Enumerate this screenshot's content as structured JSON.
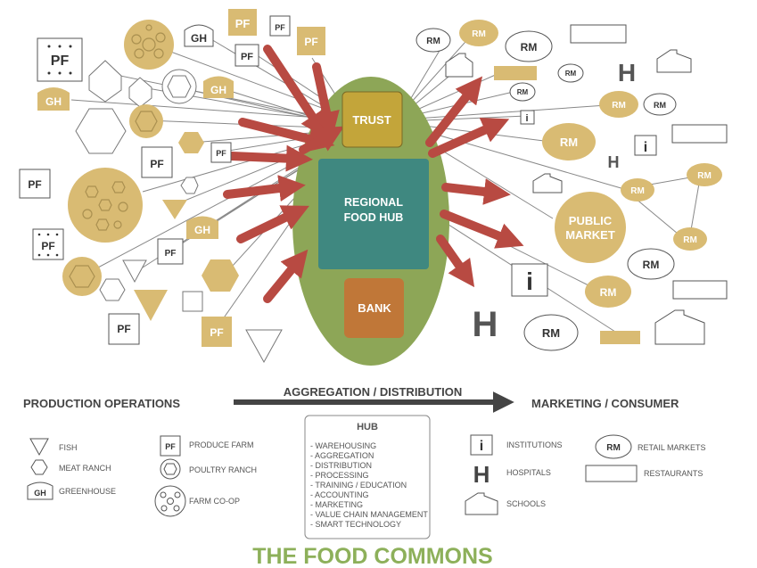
{
  "center": {
    "trust": "TRUST",
    "hub_line1": "REGIONAL",
    "hub_line2": "FOOD HUB",
    "bank": "BANK"
  },
  "icon_labels": {
    "pf": "PF",
    "gh": "GH",
    "rm": "RM",
    "info": "i",
    "hospital": "H",
    "public_market_line1": "PUBLIC",
    "public_market_line2": "MARKET"
  },
  "flow": {
    "left": "PRODUCTION OPERATIONS",
    "middle": "AGGREGATION / DISTRIBUTION",
    "right": "MARKETING / CONSUMER"
  },
  "legend": {
    "fish": "FISH",
    "meat_ranch": "MEAT RANCH",
    "greenhouse": "GREENHOUSE",
    "produce_farm": "PRODUCE FARM",
    "poultry_ranch": "POULTRY RANCH",
    "farm_coop": "FARM CO-OP",
    "institutions": "INSTITUTIONS",
    "hospitals": "HOSPITALS",
    "schools": "SCHOOLS",
    "retail_markets": "RETAIL MARKETS",
    "restaurants": "RESTAURANTS"
  },
  "hub_box": {
    "title": "HUB",
    "items": [
      "- WAREHOUSING",
      "- AGGREGATION",
      "- DISTRIBUTION",
      "- PROCESSING",
      "- TRAINING / EDUCATION",
      "- ACCOUNTING",
      "- MARKETING",
      "- VALUE CHAIN MANAGEMENT",
      "- SMART TECHNOLOGY"
    ]
  },
  "title": "THE FOOD COMMONS",
  "colors": {
    "tan": "#d9bb73",
    "green": "#8da657",
    "gold": "#c3a53a",
    "teal": "#3f8880",
    "bank": "#c07738",
    "arrow": "#b84a42",
    "title": "#8db05a"
  }
}
